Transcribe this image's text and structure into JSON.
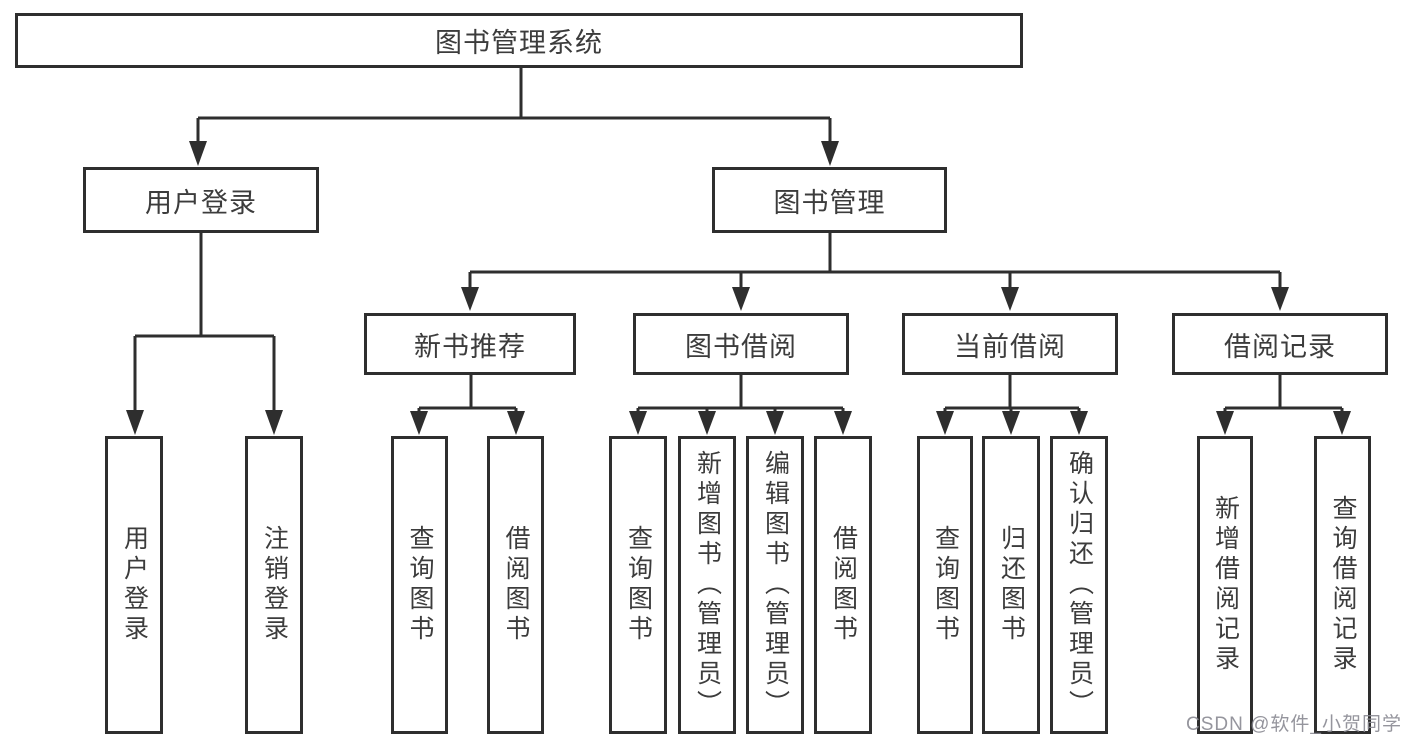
{
  "diagram": {
    "type": "hierarchy-tree",
    "colors": {
      "line": "#2e2e2e",
      "box_border": "#2e2e2e",
      "text": "#3c3c3c",
      "background": "#ffffff",
      "watermark": "#8a8a92"
    },
    "nodes": {
      "root": "图书管理系统",
      "user_login": {
        "label": "用户登录",
        "children": [
          "用户登录",
          "注销登录"
        ]
      },
      "book_mgmt": {
        "label": "图书管理"
      },
      "new_books": {
        "label": "新书推荐",
        "children": [
          "查询图书",
          "借阅图书"
        ]
      },
      "borrow": {
        "label": "图书借阅",
        "children": [
          "查询图书",
          "新增图书（管理员）",
          "编辑图书（管理员）",
          "借阅图书"
        ]
      },
      "current": {
        "label": "当前借阅",
        "children": [
          "查询图书",
          "归还图书",
          "确认归还（管理员）"
        ]
      },
      "records": {
        "label": "借阅记录",
        "children": [
          "新增借阅记录",
          "查询借阅记录"
        ]
      }
    },
    "watermark": {
      "text": "CSDN @软件_小贺同学"
    }
  }
}
